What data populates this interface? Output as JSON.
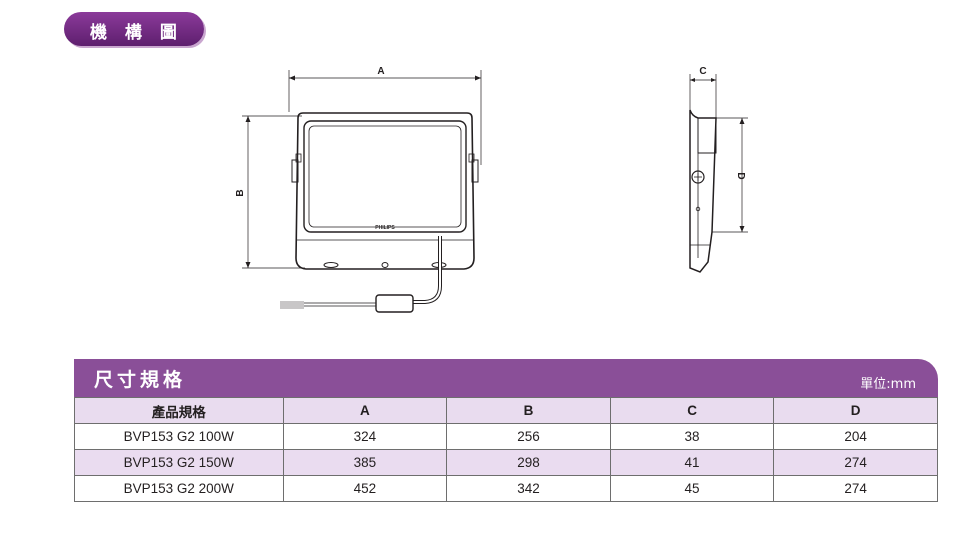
{
  "section_title": "機 構 圖",
  "drawing": {
    "dim_a": "A",
    "dim_b": "B",
    "dim_c": "C",
    "dim_d": "D",
    "brand": "PHILIPS"
  },
  "spec": {
    "title": "尺寸規格",
    "unit": "單位:mm",
    "headers": [
      "產品規格",
      "A",
      "B",
      "C",
      "D"
    ],
    "rows": [
      [
        "BVP153 G2 100W",
        "324",
        "256",
        "38",
        "204"
      ],
      [
        "BVP153 G2 150W",
        "385",
        "298",
        "41",
        "274"
      ],
      [
        "BVP153 G2 200W",
        "452",
        "342",
        "45",
        "274"
      ]
    ]
  }
}
